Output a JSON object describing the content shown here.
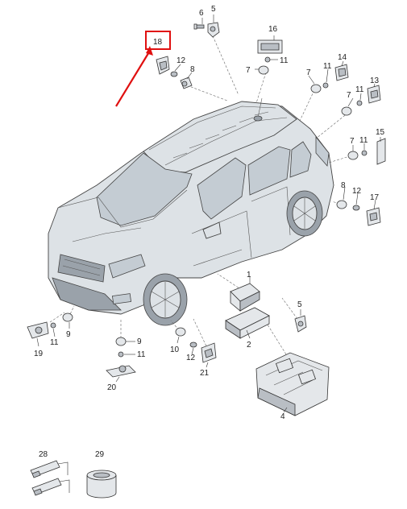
{
  "diagram": {
    "part_numbers": {
      "p1": "1",
      "p2": "2",
      "p4": "4",
      "p5a": "5",
      "p5b": "5",
      "p6": "6",
      "p7a": "7",
      "p7b": "7",
      "p7c": "7",
      "p7d": "7",
      "p8a": "8",
      "p8b": "8",
      "p9a": "9",
      "p9b": "9",
      "p10": "10",
      "p11a": "11",
      "p11b": "11",
      "p11c": "11",
      "p11d": "11",
      "p11e": "11",
      "p11f": "11",
      "p12a": "12",
      "p12b": "12",
      "p12c": "12",
      "p13": "13",
      "p14": "14",
      "p15": "15",
      "p16": "16",
      "p17": "17",
      "p18": "18",
      "p19": "19",
      "p20": "20",
      "p21": "21",
      "p28": "28",
      "p29": "29"
    },
    "highlight": {
      "part": "18",
      "color": "#e01010"
    }
  }
}
